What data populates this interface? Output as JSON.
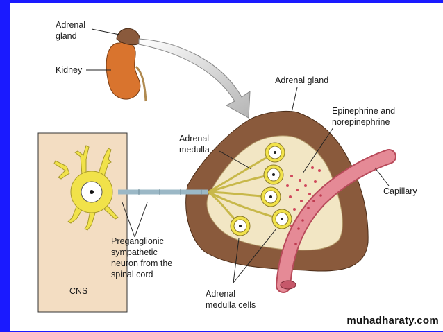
{
  "labels": {
    "adrenal_gland_small": [
      "Adrenal",
      "gland"
    ],
    "kidney": "Kidney",
    "adrenal_gland": "Adrenal gland",
    "epinephrine": [
      "Epinephrine and",
      "norepinephrine"
    ],
    "adrenal_medulla": [
      "Adrenal",
      "medulla"
    ],
    "capillary": "Capillary",
    "preganglionic": [
      "Preganglionic",
      "sympathetic",
      "neuron from the",
      "spinal cord"
    ],
    "adrenal_medulla_cells": [
      "Adrenal",
      "medulla cells"
    ],
    "cns": "CNS"
  },
  "watermark": "muhadharaty.com",
  "colors": {
    "frame": "#1a1aff",
    "gland_outer": "#8a5a3c",
    "gland_inner": "#f2e6c4",
    "cns_box": "#f3ddc2",
    "neuron": "#f1e24a",
    "capillary": "#e07a86",
    "kidney": "#d9742e"
  }
}
